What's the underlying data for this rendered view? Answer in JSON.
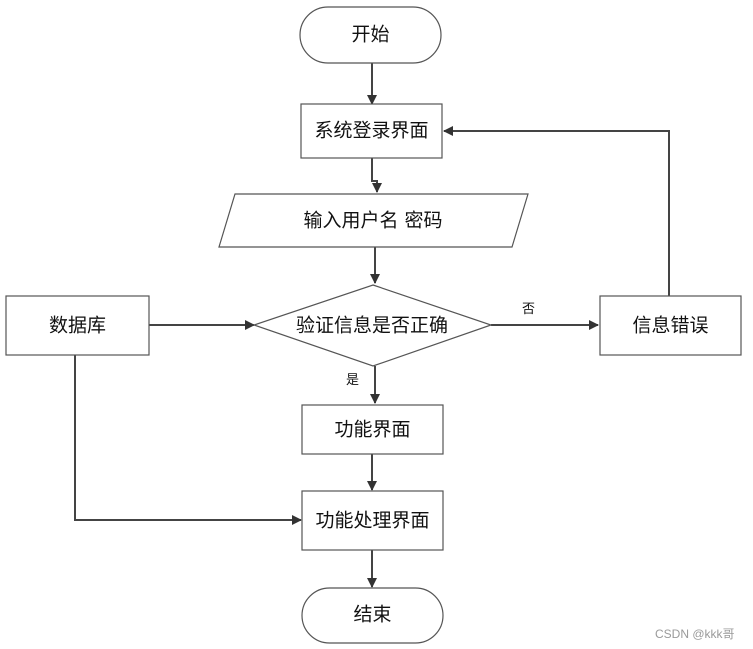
{
  "nodes": {
    "start": "开始",
    "login": "系统登录界面",
    "input": "输入用户名 密码",
    "verify": "验证信息是否正确",
    "database": "数据库",
    "error": "信息错误",
    "function": "功能界面",
    "processing": "功能处理界面",
    "end": "结束"
  },
  "edges": {
    "no": "否",
    "yes": "是"
  },
  "watermark": "CSDN @kkk哥",
  "colors": {
    "fill": "#ffffff",
    "stroke": "#555555",
    "arrow": "#333333"
  }
}
